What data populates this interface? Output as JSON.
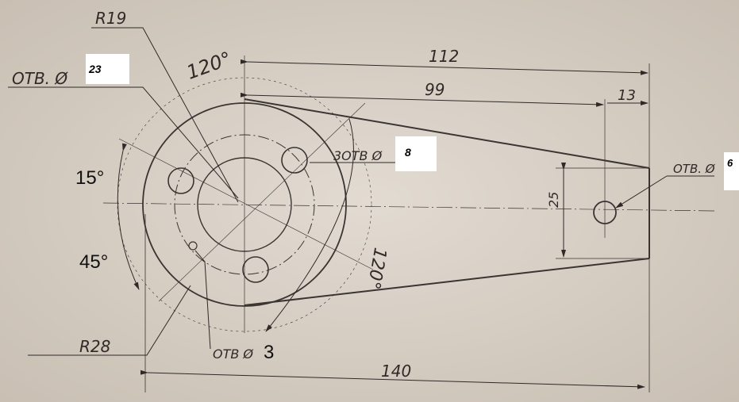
{
  "drawing": {
    "labels": {
      "r19": "R19",
      "r28": "R28",
      "hole_main_prefix": "ОТВ. Ø",
      "hole_main_value": "23",
      "three_holes_prefix": "3ОТВ Ø",
      "three_holes_value": "8",
      "hole_end_prefix": "ОТВ. Ø",
      "hole_end_value": "6",
      "small_hole_prefix": "ОТВ Ø",
      "small_hole_value": "3",
      "angle_top": "120°",
      "angle_right": "120°",
      "angle_15": "15°",
      "angle_45": "45°",
      "dim_112": "112",
      "dim_99": "99",
      "dim_13": "13",
      "dim_25": "25",
      "dim_140": "140"
    },
    "colors": {
      "paper": "#d8cfc4",
      "pencil": "#3a3532"
    }
  }
}
